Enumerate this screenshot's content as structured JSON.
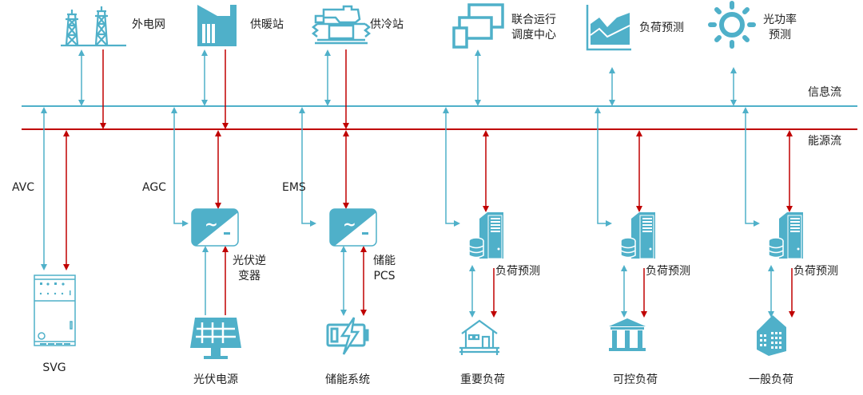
{
  "colors": {
    "info": "#4fb0c9",
    "energy": "#c00000",
    "icon": "#4fb0c9",
    "text": "#222222"
  },
  "buses": {
    "info_label": "信息流",
    "energy_label": "能源流"
  },
  "top_nodes": [
    {
      "id": "grid",
      "icon": "power-tower-icon",
      "label": "外电网",
      "info": "bidirectional",
      "energy": "to-bus"
    },
    {
      "id": "heating",
      "icon": "factory-icon",
      "label": "供暖站",
      "info": "bidirectional",
      "energy": "to-bus"
    },
    {
      "id": "cooling",
      "icon": "chiller-icon",
      "label": "供冷站",
      "info": "bidirectional",
      "energy": "to-bus"
    },
    {
      "id": "dispatch",
      "icon": "monitors-icon",
      "label_line1": "联合运行",
      "label_line2": "调度中心",
      "info": "bidirectional"
    },
    {
      "id": "load-forecast",
      "icon": "area-chart-icon",
      "label": "负荷预测",
      "info": "bidirectional"
    },
    {
      "id": "pv-forecast",
      "icon": "sun-icon",
      "label_line1": "光功率",
      "label_line2": "预测",
      "info": "bidirectional"
    }
  ],
  "bottom_columns": [
    {
      "id": "svg",
      "control_label": "AVC",
      "device_icon": "svg-cabinet-icon",
      "device_label": "SVG"
    },
    {
      "id": "pv",
      "control_label": "AGC",
      "converter_icon": "inverter-icon",
      "converter_line1": "光伏逆",
      "converter_line2": "变器",
      "device_icon": "solar-panel-icon",
      "device_label": "光伏电源"
    },
    {
      "id": "storage",
      "control_label": "EMS",
      "converter_icon": "inverter-icon",
      "converter_line1": "储能",
      "converter_line2": "PCS",
      "device_icon": "battery-icon",
      "device_label": "储能系统"
    },
    {
      "id": "important-load",
      "server_icon": "server-database-icon",
      "server_label": "负荷预测",
      "device_icon": "house-icon",
      "device_label": "重要负荷"
    },
    {
      "id": "controllable-load",
      "server_icon": "server-database-icon",
      "server_label": "负荷预测",
      "device_icon": "public-building-icon",
      "device_label": "可控负荷"
    },
    {
      "id": "general-load",
      "server_icon": "server-database-icon",
      "server_label": "负荷预测",
      "device_icon": "office-building-icon",
      "device_label": "一般负荷"
    }
  ]
}
